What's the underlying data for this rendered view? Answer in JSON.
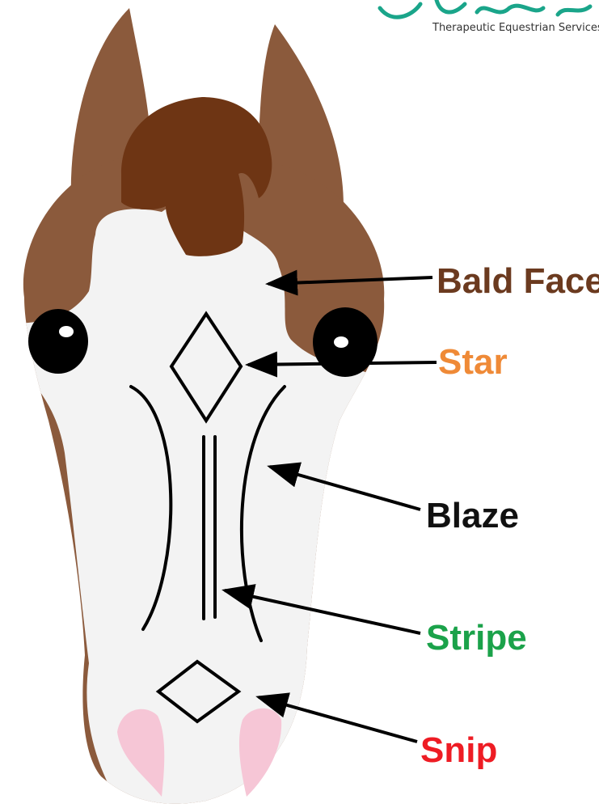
{
  "logo": {
    "tagline": "Therapeutic Equestrian Services",
    "color": "#1aa58a"
  },
  "labels": {
    "bald_face": "Bald Face",
    "star": "Star",
    "blaze": "Blaze",
    "stripe": "Stripe",
    "snip": "Snip"
  },
  "colors": {
    "bald_face": "#6b3a1f",
    "star": "#ef8a37",
    "blaze": "#111111",
    "stripe": "#1ba24a",
    "snip": "#ee1c24",
    "coat": "#8b5a3c",
    "forelock": "#6e3514",
    "white": "#f3f3f3",
    "muzzle_pink": "#f6c6d6"
  }
}
